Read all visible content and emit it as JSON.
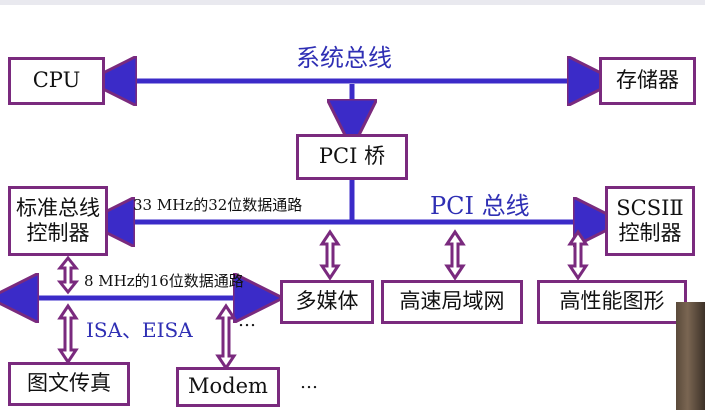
{
  "system_bus": {
    "label": "系统总线"
  },
  "pci_bus": {
    "label": "PCI 总线",
    "speed_label": "33 MHz的32位数据通路"
  },
  "isa_bus": {
    "label": "ISA、EISA",
    "speed_label": "8 MHz的16位数据通路"
  },
  "nodes": {
    "cpu": "CPU",
    "memory": "存储器",
    "pci_bridge": "PCI 桥",
    "std_bus_controller_line1": "标准总线",
    "std_bus_controller_line2": "控制器",
    "scsi_controller_line1": "SCSIⅡ",
    "scsi_controller_line2": "控制器",
    "multimedia": "多媒体",
    "lan": "高速局域网",
    "graphics": "高性能图形",
    "fax": "图文传真",
    "modem": "Modem"
  },
  "ellipsis": {
    "isa_more": "…",
    "bottom_more": "…"
  },
  "colors": {
    "arrow_fill": "#3b2bc8",
    "arrow_outline": "#7a2a7e",
    "box_border": "#7a2a7e",
    "bus_label": "#2f2fb4"
  }
}
